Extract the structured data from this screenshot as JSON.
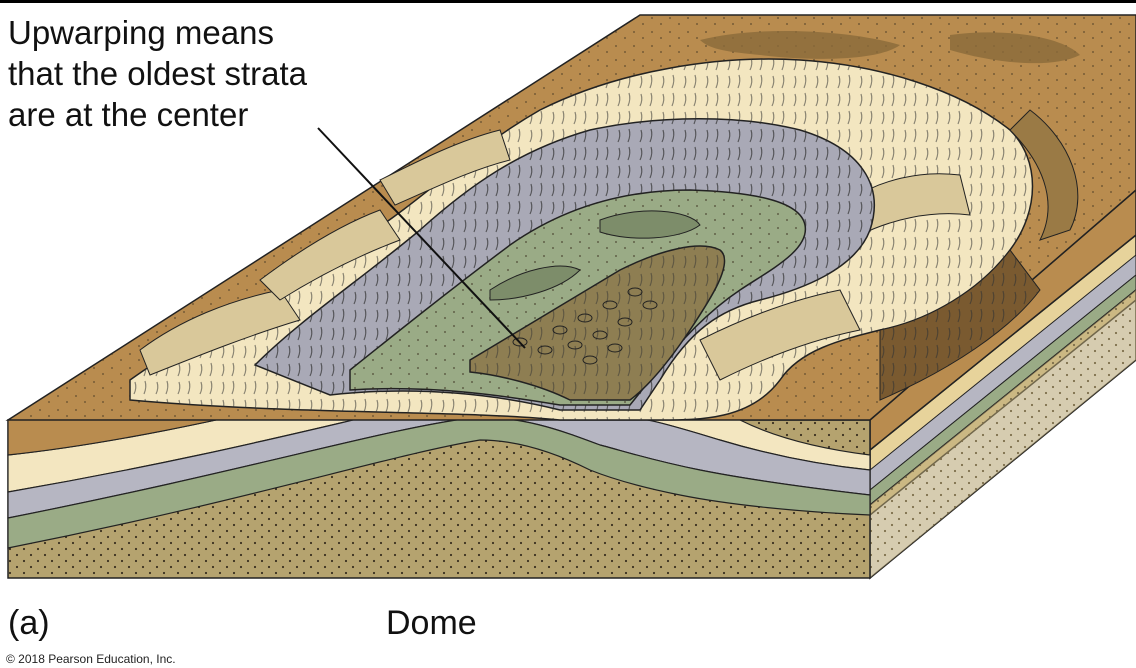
{
  "callout": {
    "text": "Upwarping means\nthat the oldest strata\nare at the center"
  },
  "panel_label": "(a)",
  "caption": "Dome",
  "copyright": "© 2018 Pearson Education, Inc.",
  "colors": {
    "topsoil": "#b98c4f",
    "cream_layer": "#f3e6c0",
    "gray_layer": "#a9a9b6",
    "green_layer": "#9aab86",
    "dark_core": "#8e7e52",
    "base_sand": "#b5a36f"
  }
}
